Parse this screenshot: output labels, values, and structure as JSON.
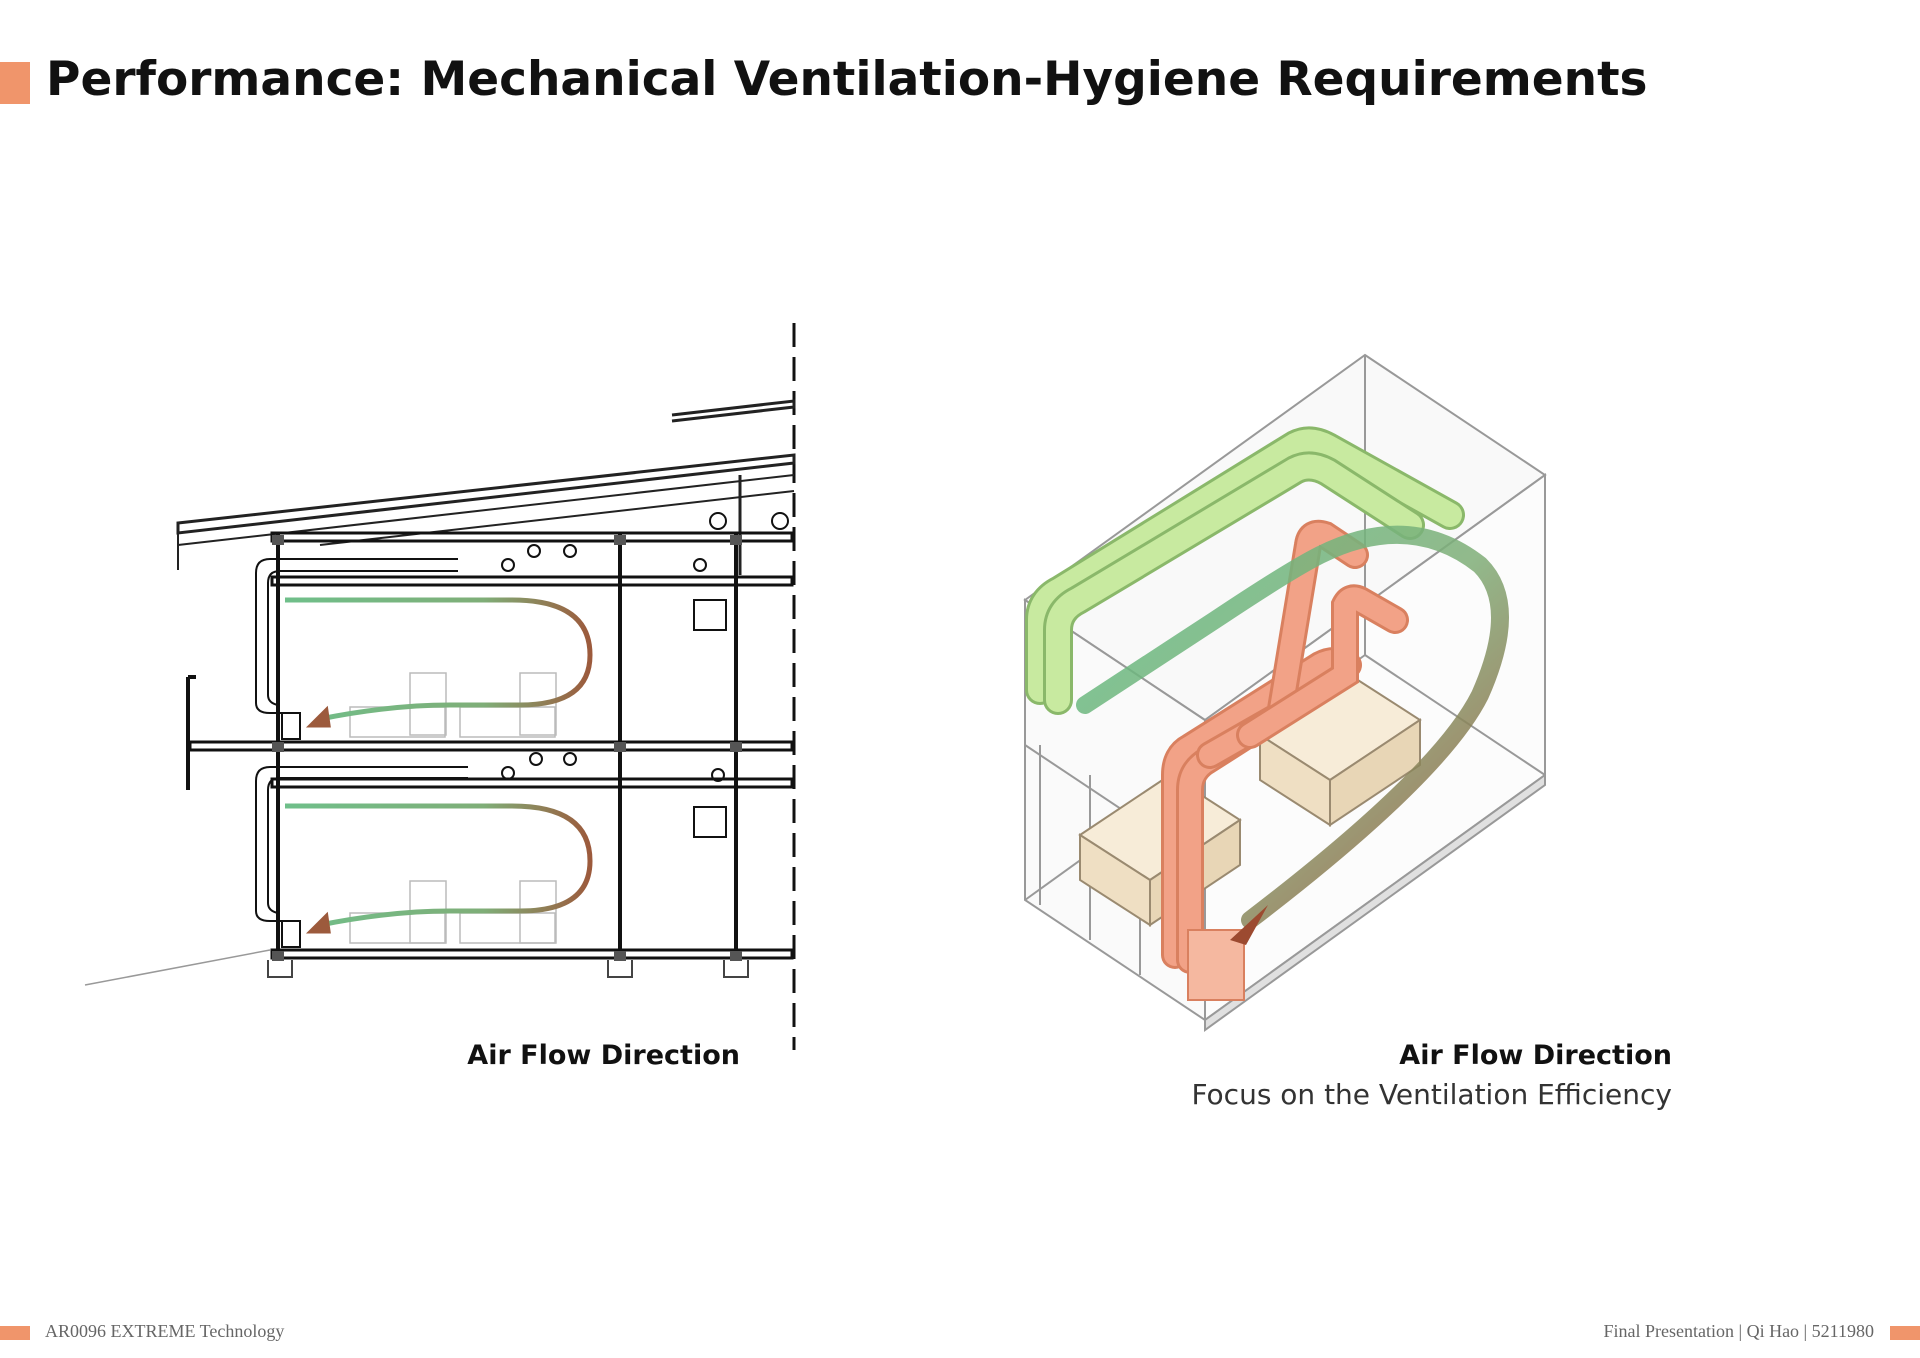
{
  "header": {
    "title": "Performance: Mechanical Ventilation-Hygiene Requirements",
    "accent_color": "#f0956b"
  },
  "left_figure": {
    "caption": "Air Flow Direction"
  },
  "right_figure": {
    "caption": "Air Flow Direction",
    "subcaption": "Focus on the Ventilation Efficiency"
  },
  "colors": {
    "supply_air": "#6fbf8a",
    "extract_air": "#9c5a3c",
    "supply_duct": "#c8eaa0",
    "extract_duct": "#f2a287"
  },
  "footer": {
    "left": "AR0096 EXTREME Technology",
    "right": "Final Presentation | Qi  Hao | 5211980"
  }
}
